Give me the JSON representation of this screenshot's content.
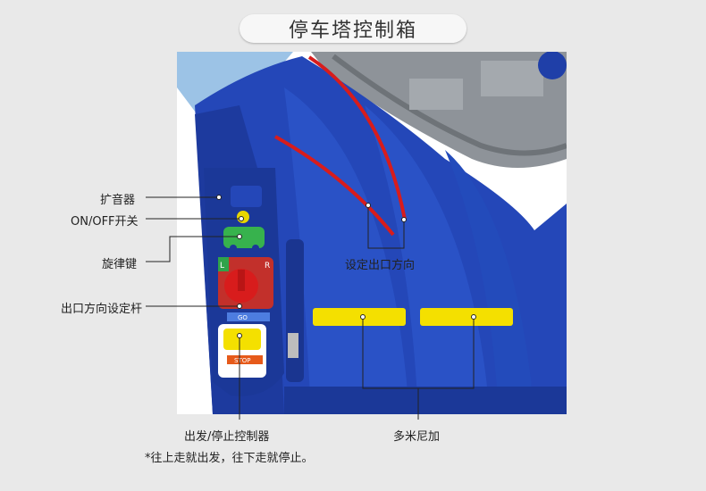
{
  "title": "停车塔控制箱",
  "labels": {
    "speaker": "扩音器",
    "power_switch": "ON/OFF开关",
    "melody_key": "旋律键",
    "exit_direction_lever": "出口方向设定杆",
    "exit_direction": "设定出口方向",
    "start_stop": "出发/停止控制器",
    "damper": "多米尼加"
  },
  "note": "*往上走就出发，往下走就停止。",
  "panel_marks": {
    "left_letter": "L",
    "right_letter": "R",
    "go_text": "GO",
    "stop_text": "STOP"
  },
  "colors": {
    "background": "#e9e9e9",
    "body_blue": "#2447b8",
    "dark_blue": "#16318a",
    "yellow": "#f4e000",
    "red": "#d81c1c",
    "green": "#37b24d",
    "leader_line": "#222222"
  }
}
